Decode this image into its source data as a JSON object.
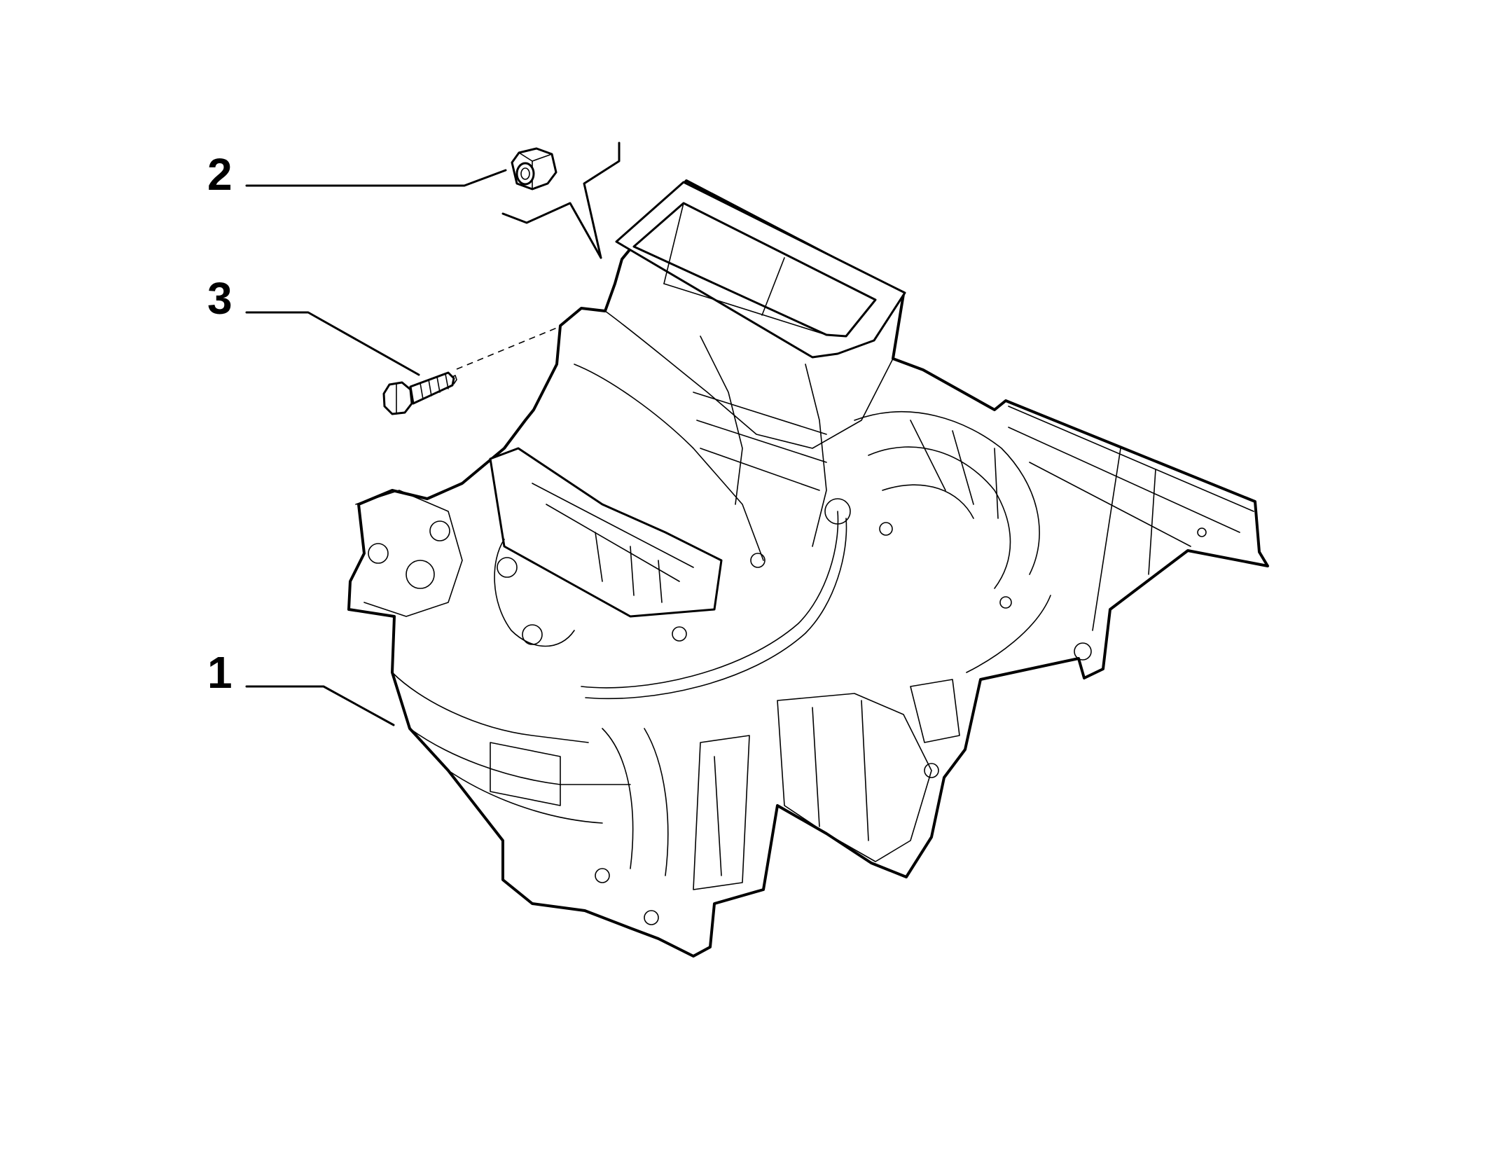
{
  "callouts": [
    {
      "id": "1",
      "label": "1"
    },
    {
      "id": "2",
      "label": "2"
    },
    {
      "id": "3",
      "label": "3"
    }
  ],
  "parts": [
    {
      "callout": "1",
      "icon": "hvac-heater-blower-unit-icon"
    },
    {
      "callout": "2",
      "icon": "hex-nut-icon"
    },
    {
      "callout": "3",
      "icon": "flange-screw-icon"
    }
  ]
}
